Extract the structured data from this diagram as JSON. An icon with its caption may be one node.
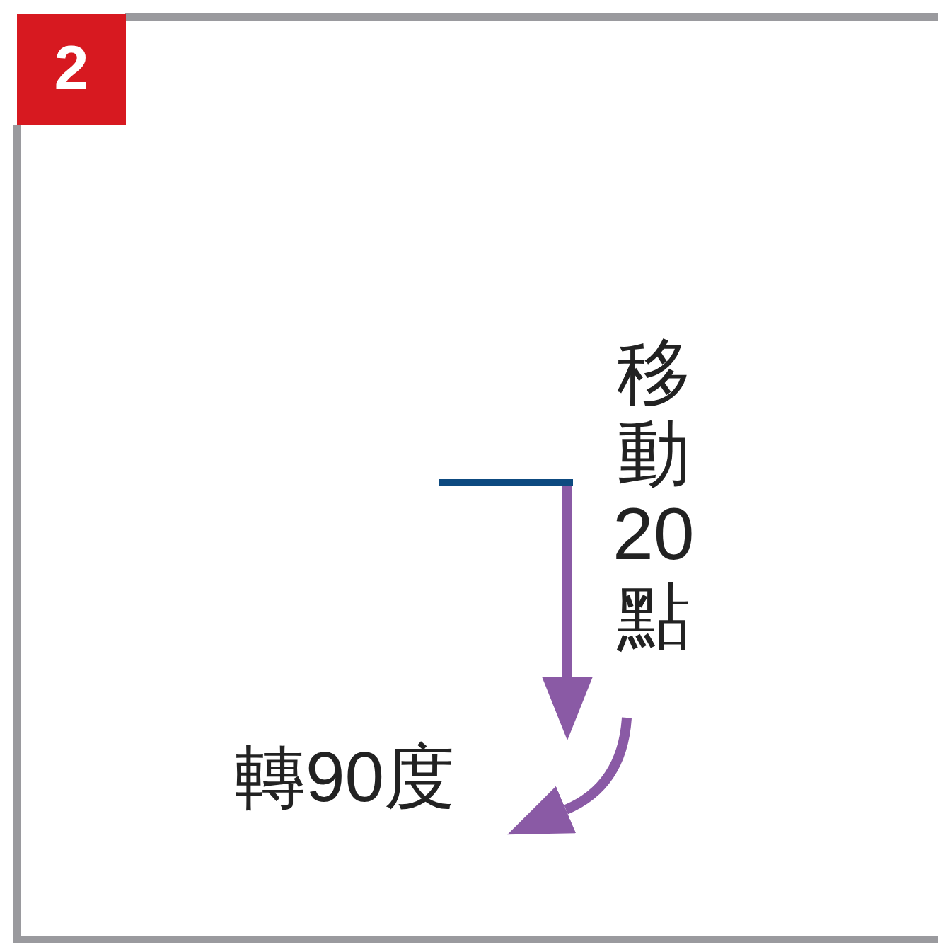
{
  "diagram": {
    "nodes": [
      {
        "text": [
          "2"
        ]
      }
    ],
    "labels": [
      "移動20點",
      "轉90度"
    ]
  }
}
